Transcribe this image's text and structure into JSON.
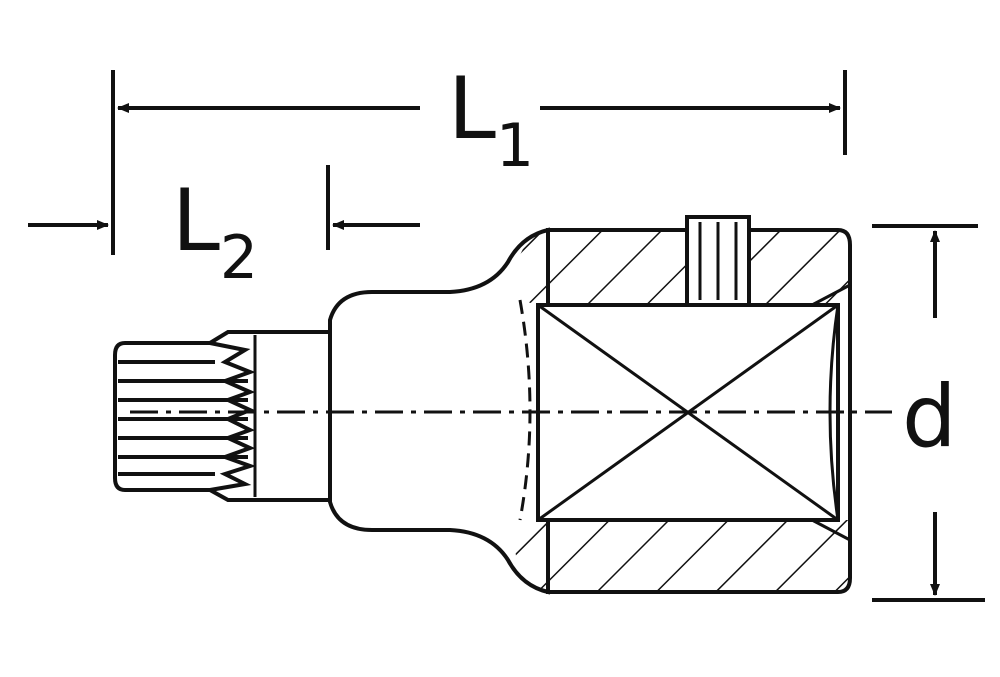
{
  "labels": {
    "L1": {
      "main": "L",
      "sub": "1"
    },
    "L2": {
      "main": "L",
      "sub": "2"
    },
    "d": "d"
  },
  "colors": {
    "line": "#111111",
    "background": "#ffffff"
  }
}
